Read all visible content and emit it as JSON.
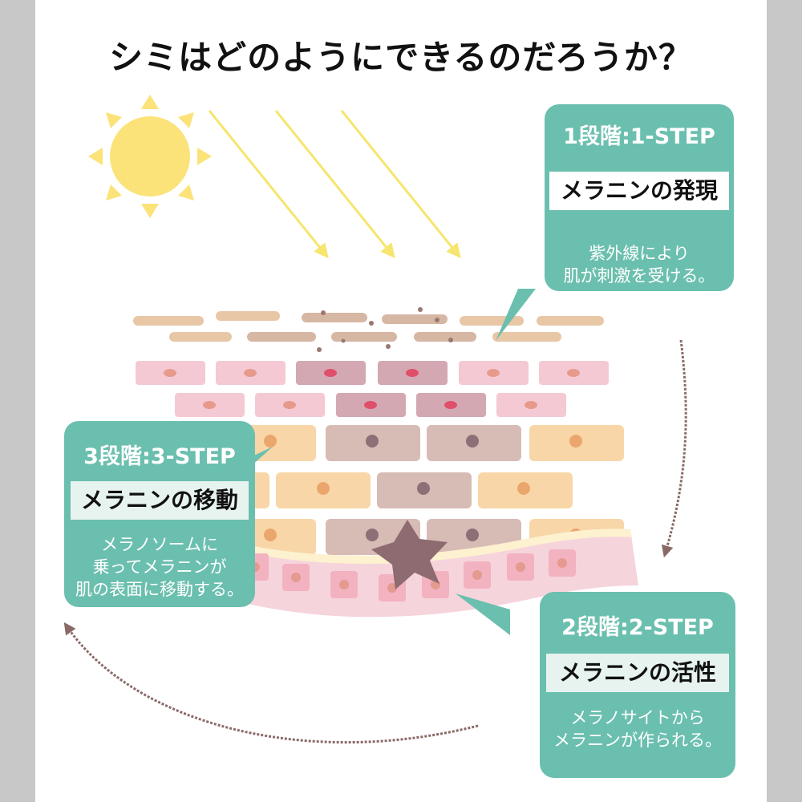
{
  "title": "シミはどのようにできるのだろうか？",
  "steps": [
    {
      "title": "1段階:1-STEP",
      "label": "メラニンの発現",
      "desc": [
        "紫外線により",
        "肌が刺激を受ける。"
      ]
    },
    {
      "title": "2段階:2-STEP",
      "label": "メラニンの活性",
      "desc": [
        "メラノサイトから",
        "メラニンが作られる。"
      ]
    },
    {
      "title": "3段階:3-STEP",
      "label": "メラニンの移動",
      "desc": [
        "メラノソームに",
        "乗ってメラニンが",
        "肌の表面に移動する。"
      ]
    }
  ],
  "colors": {
    "card": "#6bbfae",
    "sun": "#fbe37a",
    "ray": "#f6e56e",
    "arrow": "#8a6a66",
    "melanocyte": "#8d6b70"
  }
}
